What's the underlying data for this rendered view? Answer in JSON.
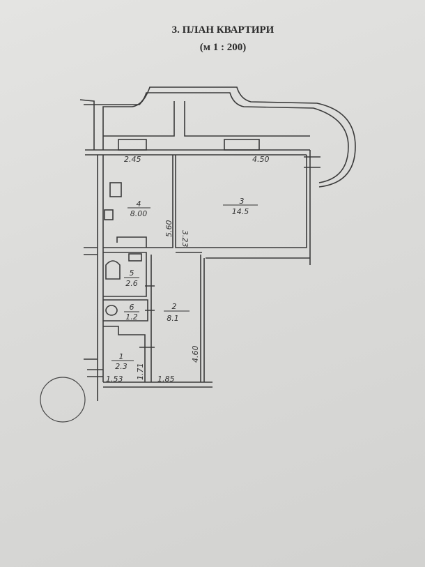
{
  "header": {
    "title": "3. ПЛАН КВАРТИРИ",
    "scale": "(м 1 : 200)"
  },
  "rooms": [
    {
      "number": "1",
      "area": "2.3"
    },
    {
      "number": "2",
      "area": "8.1"
    },
    {
      "number": "3",
      "area": "14.5"
    },
    {
      "number": "4",
      "area": "8.00"
    },
    {
      "number": "5",
      "area": "2.6"
    },
    {
      "number": "6",
      "area": "1.2"
    }
  ],
  "dimensions": {
    "d_245": "2.45",
    "d_450": "4.50",
    "d_560": "5.60",
    "d_323": "3.23",
    "d_460": "4.60",
    "d_153": "1.53",
    "d_185": "1.85",
    "d_171": "1.71"
  }
}
